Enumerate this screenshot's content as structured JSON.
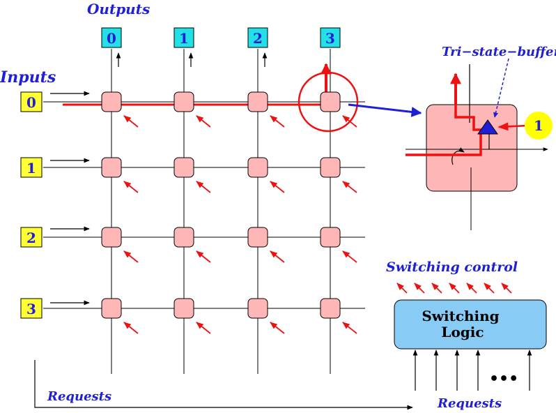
{
  "labels": {
    "outputs": "Outputs",
    "inputs": "Inputs",
    "tri_state": "Tri−state−buffer",
    "switching_control": "Switching control",
    "requests_left": "Requests",
    "requests_right": "Requests",
    "logic_line1": "Switching",
    "logic_line2": "Logic",
    "enable_value": "1",
    "ellipsis": "•••"
  },
  "outputs": [
    "0",
    "1",
    "2",
    "3"
  ],
  "inputs": [
    "0",
    "1",
    "2",
    "3"
  ],
  "colors": {
    "output_box": "#22e0e6",
    "input_box": "#ffff33",
    "crosspoint": "#ffb6b6",
    "path": "#ee1111",
    "label": "#1f1fd6",
    "logic_box": "#88ccf5",
    "enable_circle": "#ffff00",
    "buffer": "#1f1fd6"
  }
}
